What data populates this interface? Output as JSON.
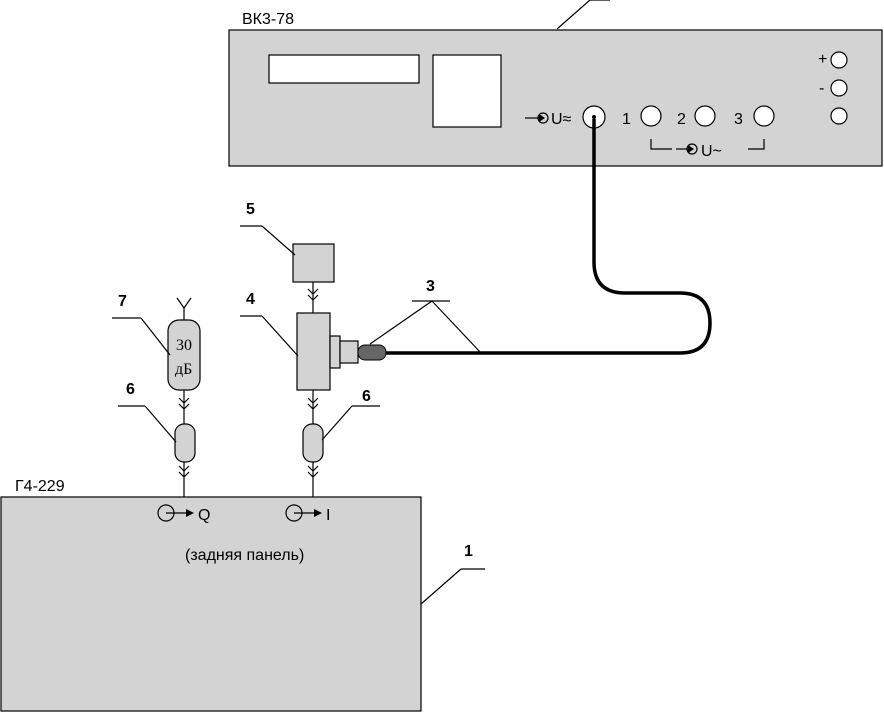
{
  "voltmeter": {
    "name": "ВК3-78",
    "input_label": "U≈",
    "channel_1": "1",
    "channel_2": "2",
    "channel_3": "3",
    "channel_group_label": "U~",
    "plus_label": "+",
    "minus_label": "-"
  },
  "generator": {
    "name": "Г4-229",
    "output_q_label": "Q",
    "output_i_label": "I",
    "panel_note": "(задняя панель)"
  },
  "attenuator": {
    "line1": "30",
    "line2": "дБ"
  },
  "callouts": {
    "n1": "1",
    "n3": "3",
    "n4": "4",
    "n5": "5",
    "n6_left": "6",
    "n6_right": "6",
    "n7": "7"
  }
}
